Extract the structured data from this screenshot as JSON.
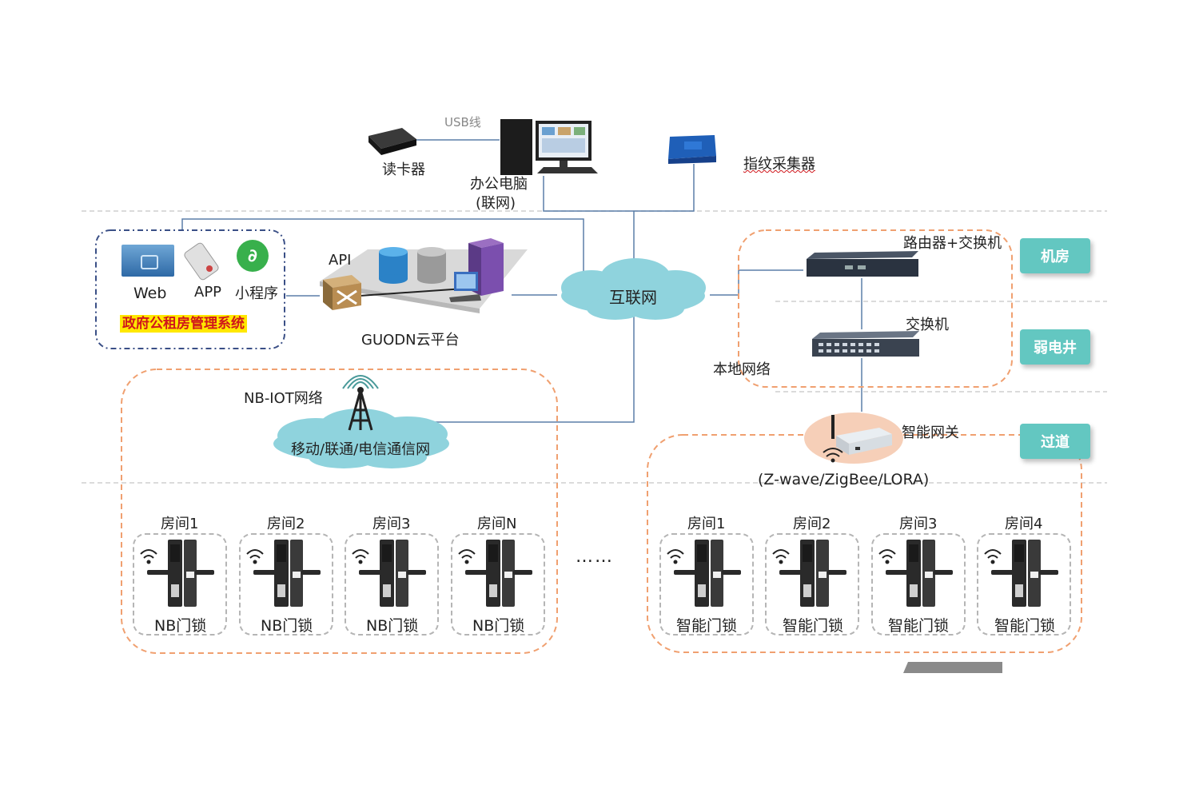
{
  "top": {
    "card_reader": "读卡器",
    "usb_cable": "USB线",
    "office_pc_line1": "办公电脑",
    "office_pc_line2": "(联网)",
    "fingerprint": "指纹采集器"
  },
  "left_panel": {
    "web": "Web",
    "app": "APP",
    "mini_program": "小程序",
    "system_name": "政府公租房管理系统"
  },
  "cloud": {
    "api": "API",
    "platform": "GUODN云平台",
    "internet": "互联网"
  },
  "local": {
    "router_switch": "路由器+交换机",
    "switch": "交换机",
    "local_network": "本地网络",
    "gateway": "智能网关",
    "protocols": "(Z-wave/ZigBee/LORA)"
  },
  "zones": {
    "machine_room": "机房",
    "weak_shaft": "弱电井",
    "corridor": "过道"
  },
  "nb": {
    "network": "NB-IOT网络",
    "carriers": "移动/联通/电信通信网"
  },
  "ellipsis": "……",
  "nb_rooms": [
    {
      "room": "房间1",
      "lock": "NB门锁"
    },
    {
      "room": "房间2",
      "lock": "NB门锁"
    },
    {
      "room": "房间3",
      "lock": "NB门锁"
    },
    {
      "room": "房间N",
      "lock": "NB门锁"
    }
  ],
  "smart_rooms": [
    {
      "room": "房间1",
      "lock": "智能门锁"
    },
    {
      "room": "房间2",
      "lock": "智能门锁"
    },
    {
      "room": "房间3",
      "lock": "智能门锁"
    },
    {
      "room": "房间4",
      "lock": "智能门锁"
    }
  ],
  "colors": {
    "zone_button": "#63c7c1",
    "cloud": "#8fd3dd",
    "orange_dash": "#f0a070",
    "blue_dash": "#3a4f86",
    "line": "#5b7fa8"
  }
}
